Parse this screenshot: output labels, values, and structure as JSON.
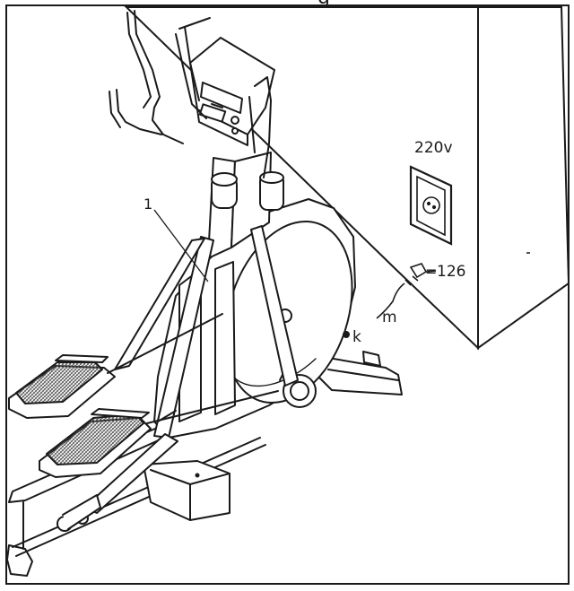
{
  "colors": {
    "ink": "#1a1a1a",
    "fill": "#ffffff",
    "hatch": "#555555",
    "background": "#ffffff"
  },
  "diagram": {
    "callouts": {
      "part_1": "1",
      "voltage": "220v",
      "adapter": "126",
      "cable": "m",
      "socket": "k"
    },
    "cut_off_title_fragment": "g"
  }
}
